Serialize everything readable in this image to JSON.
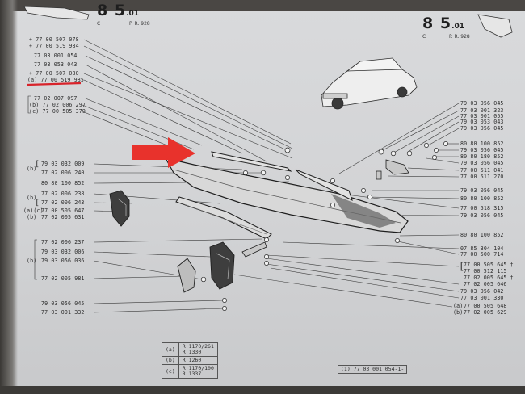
{
  "page_left": {
    "number": "8 5",
    "suffix": ".01",
    "code_c": "C",
    "pr": "P. R. 928"
  },
  "page_right": {
    "number": "8 5",
    "suffix": ".01",
    "code_c": "C",
    "pr": "P. R. 928"
  },
  "left_parts_top": [
    "+ 77 00 507 078",
    "+ 77 00 519 984",
    "77 03 001 054",
    "77 03 053 043",
    "+ 77 00 507 080",
    "(a) 77 00 519 985",
    "77 02 007 097",
    "(b) 77 02 006 297",
    "(c) 77 00 505 379"
  ],
  "left_parts_mid": [
    "79 03 032 009",
    "77 02 006 240",
    "80 80 100 852",
    "77 02 006 238",
    "77 02 006 243",
    "77 00 505 647",
    "77 02 005 631"
  ],
  "left_mid_tags": [
    "(b)",
    "(b)",
    "(a)(c)",
    "(b)"
  ],
  "left_parts_low": [
    "77 02 006 237",
    "79 03 032 006",
    "79 03 056 036",
    "77 02 005 981"
  ],
  "left_low_tag": "(b)",
  "left_parts_bottom": [
    "79 03 056 045",
    "77 03 001 332"
  ],
  "right_parts_top": [
    "79 03 056 045",
    "77 03 001 323",
    "77 03 001 055",
    "79 03 053 043",
    "79 03 056 045"
  ],
  "right_parts_group": [
    "80 80 100 852",
    "79 03 056 045",
    "80 80 180 852",
    "79 03 056 045",
    "77 00 511 041",
    "77 00 511 270"
  ],
  "right_parts_mid": [
    "79 03 056 045",
    "80 80 100 852",
    "77 00 518 315",
    "79 03 056 045"
  ],
  "right_parts_low": [
    "80 80 100 852",
    "07 85 304 104",
    "77 00 500 714"
  ],
  "right_parts_cross": [
    "77 00 505 645 †",
    "77 00 512 115",
    "77 02 005 645 †",
    "77 02 005 646",
    "79 03 056 042",
    "77 03 001 330",
    "77 00 505 648",
    "77 02 005 629"
  ],
  "right_cross_tags": [
    "(a)",
    "(b)"
  ],
  "legend": [
    {
      "tag": "(a)",
      "value": "R 1170/261\nR 1330"
    },
    {
      "tag": "(b)",
      "value": "R 1260"
    },
    {
      "tag": "(c)",
      "value": "R 1170/100\nR 1337"
    }
  ],
  "reference": {
    "tag": "(1)",
    "value": "77 03 001 054-1-"
  },
  "colors": {
    "highlight_arrow": "#e8322c",
    "underline": "#d8232a",
    "ink": "#2a2a2a"
  }
}
